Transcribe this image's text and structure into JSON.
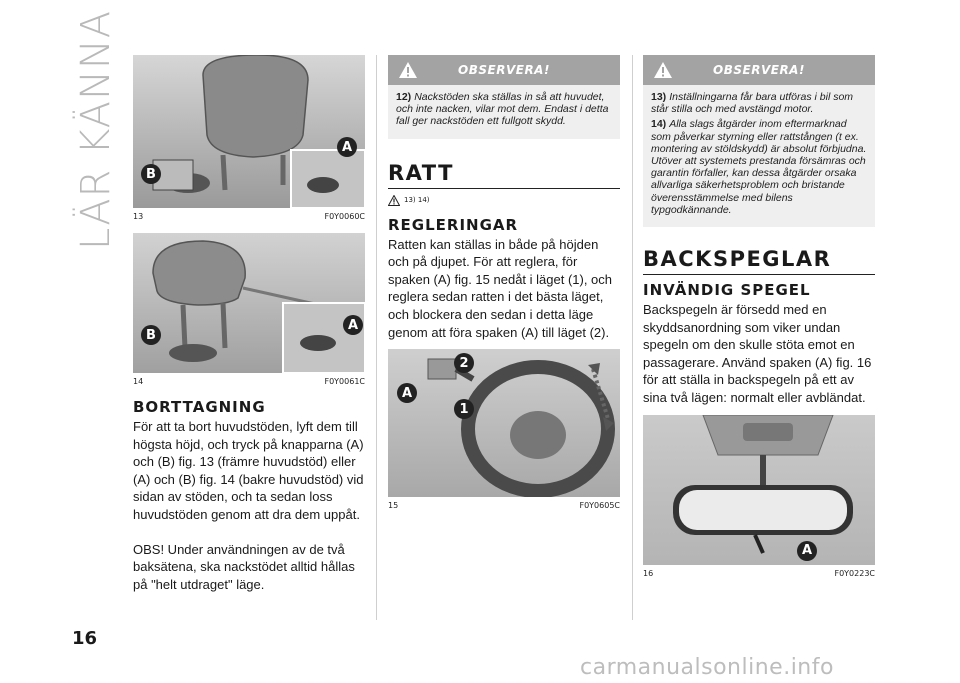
{
  "side_title": "LÄR KÄNNA DIN BIL",
  "page_number": "16",
  "watermark": "carmanualsonline.info",
  "col1": {
    "fig13": {
      "number": "13",
      "code": "F0Y0060C",
      "label_a": "A",
      "label_b": "B"
    },
    "fig14": {
      "number": "14",
      "code": "F0Y0061C",
      "label_a": "A",
      "label_b": "B"
    },
    "heading": "BORTTAGNING",
    "para1": "För att ta bort huvudstöden, lyft dem till högsta höjd, och tryck på knapparna (A) och (B) fig. 13 (främre huvudstöd) eller (A) och (B) fig. 14 (bakre huvudstöd) vid sidan av stöden, och ta sedan loss huvudstöden genom att dra dem uppåt.",
    "para2": "OBS! Under användningen av de två baksätena, ska nackstödet alltid hållas på \"helt utdraget\" läge."
  },
  "col2": {
    "notice_title": "OBSERVERA!",
    "notice_items": [
      {
        "num": "12)",
        "text": "Nackstöden ska ställas in så att huvudet, och inte nacken, vilar mot dem. Endast i detta fall ger nackstöden ett fullgott skydd."
      }
    ],
    "section": "RATT",
    "refs": "13)  14)",
    "subheading": "REGLERINGAR",
    "para": "Ratten kan ställas in både på höjden och på djupet. För att reglera, för spaken (A) fig. 15 nedåt i läget (1), och reglera sedan ratten i det bästa läget, och blockera den sedan i detta läge genom att föra spaken (A) till läget (2).",
    "fig15": {
      "number": "15",
      "code": "F0Y0605C",
      "label_a": "A",
      "label_1": "1",
      "label_2": "2"
    }
  },
  "col3": {
    "notice_title": "OBSERVERA!",
    "notice_items": [
      {
        "num": "13)",
        "text": "Inställningarna får bara utföras i bil som står stilla och med avstängd motor."
      },
      {
        "num": "14)",
        "text": "Alla slags åtgärder inom eftermarknad som påverkar styrning eller rattstången (t ex. montering av stöldskydd) är absolut förbjudna. Utöver att systemets prestanda försämras och garantin förfaller, kan dessa åtgärder orsaka allvarliga säkerhetsproblem och bristande överensstämmelse med bilens typgodkännande."
      }
    ],
    "section": "BACKSPEGLAR",
    "subheading": "INVÄNDIG SPEGEL",
    "para": "Backspegeln är försedd med en skyddsanordning som viker undan spegeln om den skulle stöta emot en passagerare. Använd spaken (A) fig. 16 för att ställa in backspegeln på ett av sina två lägen: normalt eller avbländat.",
    "fig16": {
      "number": "16",
      "code": "F0Y0223C",
      "label_a": "A"
    }
  }
}
